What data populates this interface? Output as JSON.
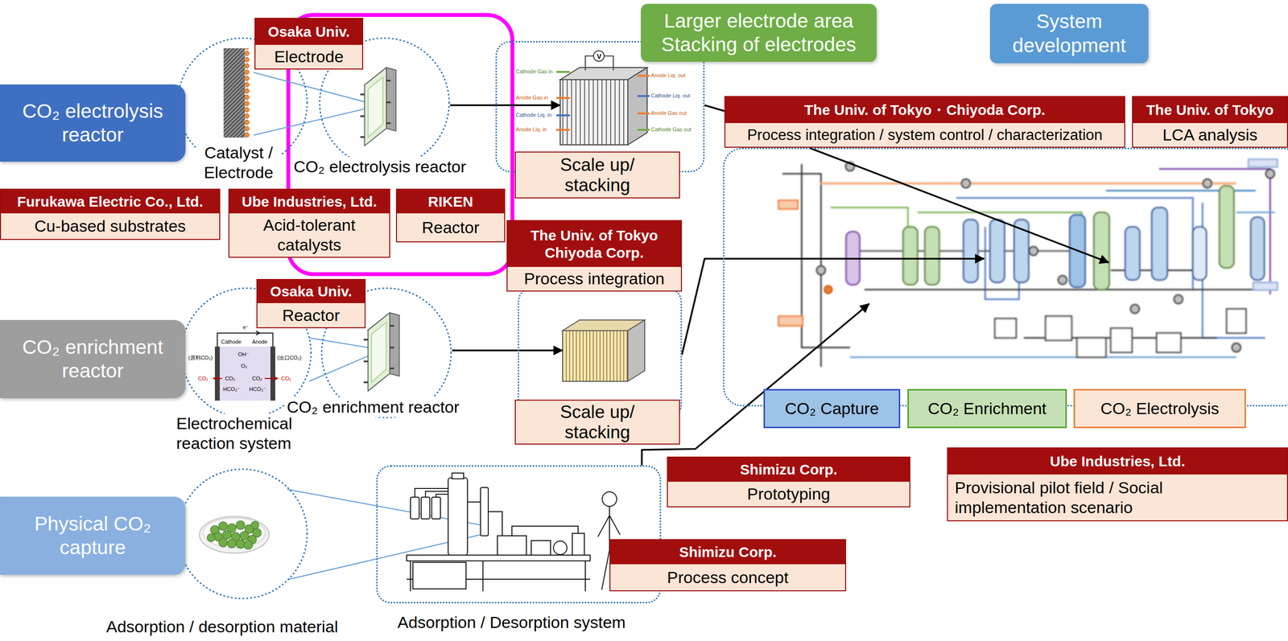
{
  "diagram": {
    "nodes": [
      {
        "text": [
          "CO₂ electrolysis reactor"
        ]
      },
      {
        "text": [
          "Catalyst / Electrode"
        ]
      },
      {
        "text": [
          "Osaka Univ.",
          "Electrode"
        ]
      },
      {
        "text": [
          "CO₂ electrolysis reactor"
        ]
      },
      {
        "text": [
          "Scale up/ stacking"
        ]
      },
      {
        "text": [
          "Larger electrode area Stacking of electrodes"
        ]
      },
      {
        "text": [
          "System development"
        ]
      },
      {
        "text": [
          "The Univ. of Tokyo・Chiyoda Corp.",
          "Process integration / system control / characterization"
        ]
      },
      {
        "text": [
          "The Univ. of Tokyo",
          "LCA analysis"
        ]
      },
      {
        "text": []
      },
      {
        "text": [
          "CO₂ Capture"
        ],
        "in": 9
      },
      {
        "text": [
          "CO₂ Enrichment"
        ],
        "in": 9
      },
      {
        "text": [
          "CO₂ Electrolysis"
        ],
        "in": 9
      },
      {
        "text": [
          "Furukawa Electric Co., Ltd.",
          "Cu-based substrates"
        ]
      },
      {
        "text": [
          "Ube Industries, Ltd.",
          "Acid-tolerant catalysts"
        ]
      },
      {
        "text": [
          "RIKEN",
          "Reactor"
        ]
      },
      {
        "text": [
          "The Univ. of Tokyo Chiyoda Corp.",
          "Process integration"
        ]
      },
      {
        "text": [
          "CO₂ enrichment reactor"
        ]
      },
      {
        "text": [
          "Electrochemical reaction system"
        ]
      },
      {
        "text": [
          "Osaka Univ.",
          "Reactor"
        ]
      },
      {
        "text": [
          "CO₂ enrichment reactor"
        ]
      },
      {
        "text": [
          "Scale up/ stacking"
        ]
      },
      {
        "text": [
          "Ube Industries, Ltd.",
          "Provisional pilot field / Social implementation scenario"
        ]
      },
      {
        "text": [
          "Shimizu Corp.",
          "Prototyping"
        ]
      },
      {
        "text": [
          "Physical CO₂ capture"
        ]
      },
      {
        "text": [
          "Adsorption / desorption material"
        ]
      },
      {
        "text": [
          "Adsorption / Desorption system"
        ]
      },
      {
        "text": [
          "Shimizu Corp.",
          "Process concept"
        ]
      }
    ],
    "edges": [
      {
        "from": 3,
        "to": 4,
        "arrow": "to"
      },
      {
        "from": 4,
        "to": 7,
        "arrow": "none"
      },
      {
        "from": 7,
        "to": 9,
        "arrow": "to"
      },
      {
        "from": 20,
        "to": 21,
        "arrow": "to"
      },
      {
        "from": 21,
        "to": 9,
        "arrow": "to"
      },
      {
        "from": 26,
        "to": 9,
        "arrow": "to"
      }
    ],
    "labels": [
      "Cathode Gas in",
      "Anode Gas in",
      "Cathode Liq. in",
      "Anode Liq. in",
      "V",
      "Anode Liq. out",
      "Cathode Liq. out",
      "Anode Gas out",
      "Cathode Gas out",
      "e⁻",
      "Cathode",
      "Anode",
      "(原料CO₂)",
      "(出口CO₂)",
      "OH⁻",
      "O₂",
      "CO₂",
      "CO₂",
      "CO₂",
      "CO₂",
      "HCO₃⁻",
      "HCO₃⁻"
    ]
  }
}
